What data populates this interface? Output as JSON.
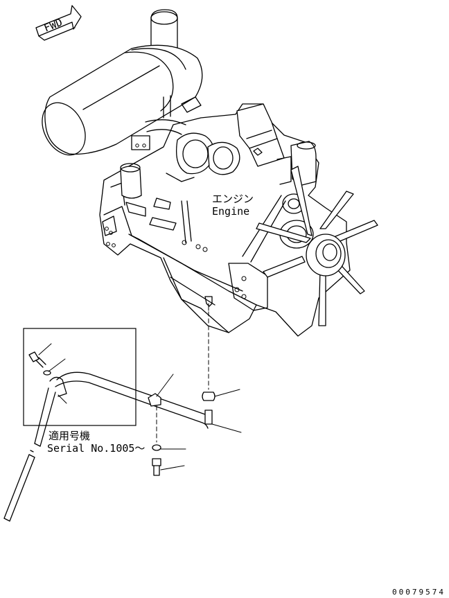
{
  "direction_label": "FWD",
  "engine_label_ja": "エンジン",
  "engine_label_en": "Engine",
  "inset_label_ja": "適用号機",
  "inset_label_serial": "Serial No.1005〜",
  "drawing_number": "00079574",
  "icons": [
    "forward-arrow-icon"
  ]
}
